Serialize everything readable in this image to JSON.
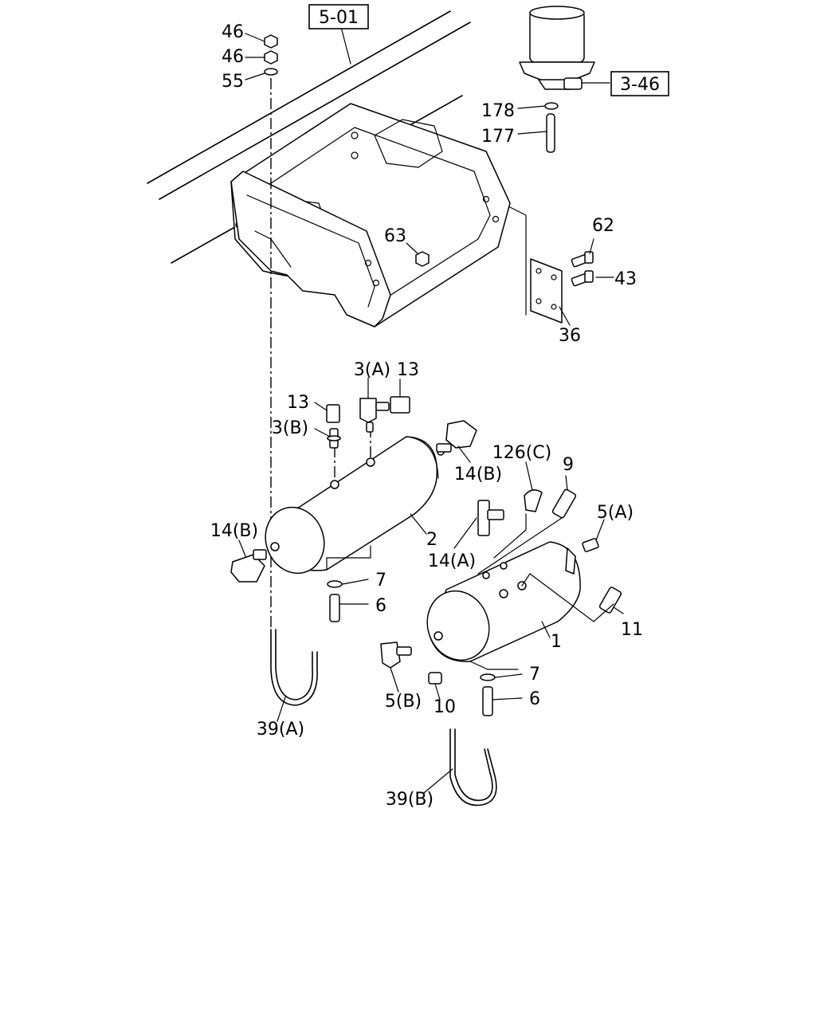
{
  "refs": {
    "r501": "5-01",
    "r346": "3-46"
  },
  "callouts": {
    "c46a": "46",
    "c46b": "46",
    "c55": "55",
    "c178": "178",
    "c177": "177",
    "c63": "63",
    "c62": "62",
    "c43": "43",
    "c36": "36",
    "c3a": "3(A)",
    "c13a": "13",
    "c13b": "13",
    "c3b": "3(B)",
    "c14b_top": "14(B)",
    "c126c": "126(C)",
    "c9": "9",
    "c5a": "5(A)",
    "c14b_left": "14(B)",
    "c2": "2",
    "c14a": "14(A)",
    "c7a": "7",
    "c6a": "6",
    "c11": "11",
    "c1": "1",
    "c7b": "7",
    "c5b": "5(B)",
    "c10": "10",
    "c6b": "6",
    "c39a": "39(A)",
    "c39b": "39(B)"
  }
}
